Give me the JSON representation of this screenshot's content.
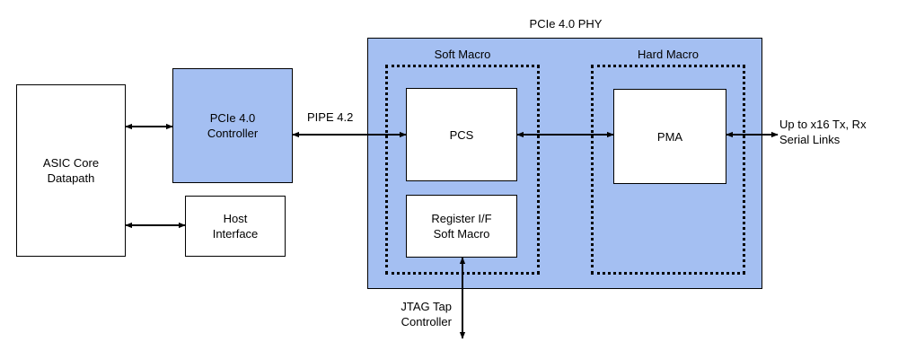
{
  "phy": {
    "title": "PCIe 4.0 PHY"
  },
  "soft_macro": {
    "title": "Soft Macro"
  },
  "hard_macro": {
    "title": "Hard Macro"
  },
  "asic_core": {
    "line1": "ASIC Core",
    "line2": "Datapath"
  },
  "controller": {
    "line1": "PCIe 4.0",
    "line2": "Controller"
  },
  "host_interface": {
    "line1": "Host",
    "line2": "Interface"
  },
  "pipe_label": "PIPE 4.2",
  "pcs": {
    "label": "PCS"
  },
  "register_if": {
    "line1": "Register I/F",
    "line2": "Soft Macro"
  },
  "pma": {
    "label": "PMA"
  },
  "serial_links": {
    "line1": "Up to x16 Tx, Rx",
    "line2": "Serial Links"
  },
  "jtag": {
    "line1": "JTAG Tap",
    "line2": "Controller"
  },
  "colors": {
    "phy_fill": "#a4bff2",
    "controller_fill": "#a4bff2"
  }
}
